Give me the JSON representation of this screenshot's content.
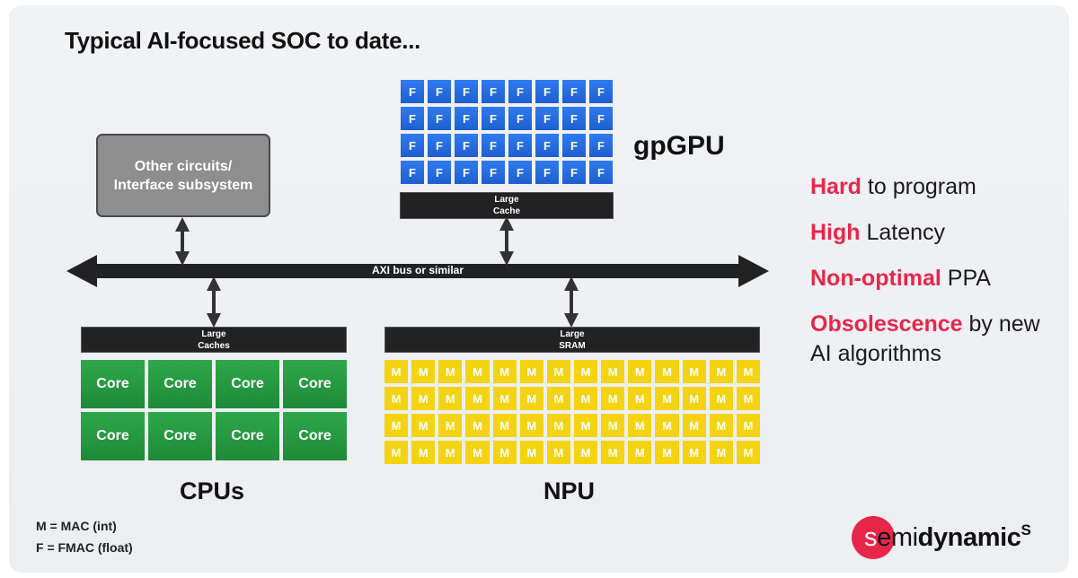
{
  "title": "Typical AI-focused SOC to date...",
  "blocks": {
    "other_line1": "Other circuits/",
    "other_line2": "Interface subsystem",
    "gpgpu_label": "gpGPU",
    "gpgpu_cell": "F",
    "gpgpu_cache_line1": "Large",
    "gpgpu_cache_line2": "Cache",
    "bus_label": "AXI bus or similar",
    "cpu_cache_line1": "Large",
    "cpu_cache_line2": "Caches",
    "cpu_core": "Core",
    "cpus_label": "CPUs",
    "npu_sram_line1": "Large",
    "npu_sram_line2": "SRAM",
    "npu_cell": "M",
    "npu_label": "NPU"
  },
  "claims": [
    {
      "highlight": "Hard",
      "rest": " to program"
    },
    {
      "highlight": "High",
      "rest": " Latency"
    },
    {
      "highlight": "Non-optimal",
      "rest": " PPA"
    },
    {
      "highlight": "Obsolescence",
      "rest": " by new AI algorithms"
    }
  ],
  "legend": {
    "m": "M = MAC (int)",
    "f": "F = FMAC (float)"
  },
  "logo": {
    "s_letter": "s",
    "light": "emi",
    "bold": "dynamic",
    "sup": "S"
  },
  "colors": {
    "accent_red": "#e8264a",
    "gpu_blue": "#2f7bef",
    "cpu_green": "#2ea84a",
    "npu_yellow": "#f3d312",
    "other_gray": "#8e8e8e"
  },
  "grid_counts": {
    "gpgpu_cells": 32,
    "cpu_cores": 8,
    "npu_cells": 56
  }
}
